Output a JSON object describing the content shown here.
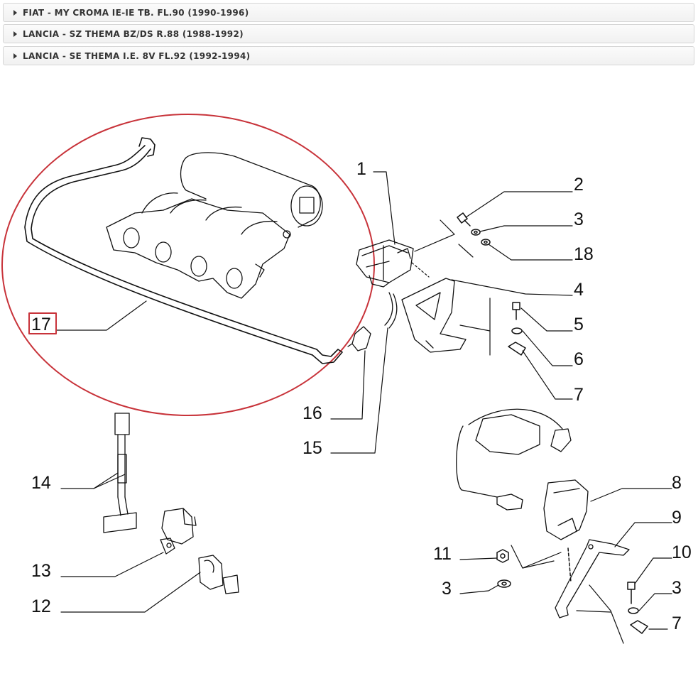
{
  "accordion": [
    {
      "label": "FIAT - MY CROMA IE-IE TB. FL.90 (1990-1996)"
    },
    {
      "label": "LANCIA - SZ THEMA BZ/DS R.88 (1988-1992)"
    },
    {
      "label": "LANCIA - SE THEMA I.E. 8V FL.92 (1992-1994)"
    }
  ],
  "diagram": {
    "highlight_color": "#c8333a",
    "callouts": {
      "c1": "1",
      "c2": "2",
      "c3a": "3",
      "c18": "18",
      "c4": "4",
      "c5": "5",
      "c6": "6",
      "c7a": "7",
      "c8": "8",
      "c9": "9",
      "c10": "10",
      "c3b": "3",
      "c7b": "7",
      "c11": "11",
      "c3c": "3",
      "c14": "14",
      "c13": "13",
      "c12": "12",
      "c16": "16",
      "c15": "15",
      "c17": "17"
    }
  }
}
